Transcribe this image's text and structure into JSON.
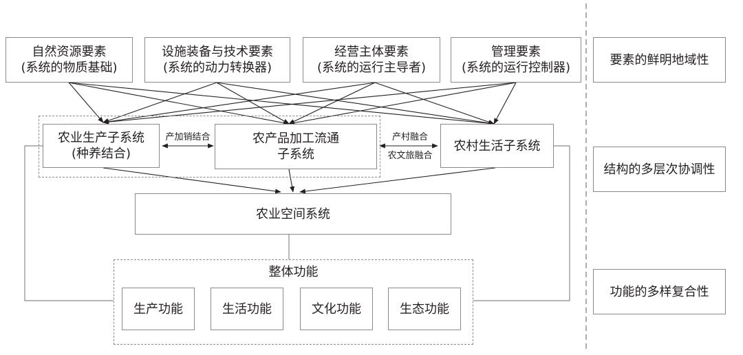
{
  "elements": [
    {
      "line1": "自然资源要素",
      "line2": "(系统的物质基础)"
    },
    {
      "line1": "设施装备与技术要素",
      "line2": "(系统的动力转换器)"
    },
    {
      "line1": "经营主体要素",
      "line2": "(系统的运行主导者)"
    },
    {
      "line1": "管理要素",
      "line2": "(系统的运行控制器)"
    }
  ],
  "subsystems": {
    "production": {
      "line1": "农业生产子系统",
      "line2": "(种养结合)"
    },
    "processing": {
      "line1": "农产品加工流通",
      "line2": "子系统"
    },
    "living": {
      "line1": "农村生活子系统"
    }
  },
  "links": {
    "prod_proc": "产加销结合",
    "proc_living_top": "产村融合",
    "proc_living_bottom": "农文旅融合"
  },
  "space_system": "农业空间系统",
  "overall": {
    "title": "整体功能",
    "functions": [
      "生产功能",
      "生活功能",
      "文化功能",
      "生态功能"
    ]
  },
  "properties": [
    "要素的鲜明地域性",
    "结构的多层次协调性",
    "功能的多样复合性"
  ],
  "colors": {
    "line": "#8a8a8a",
    "arrow": "#231f20",
    "text": "#231f20"
  }
}
